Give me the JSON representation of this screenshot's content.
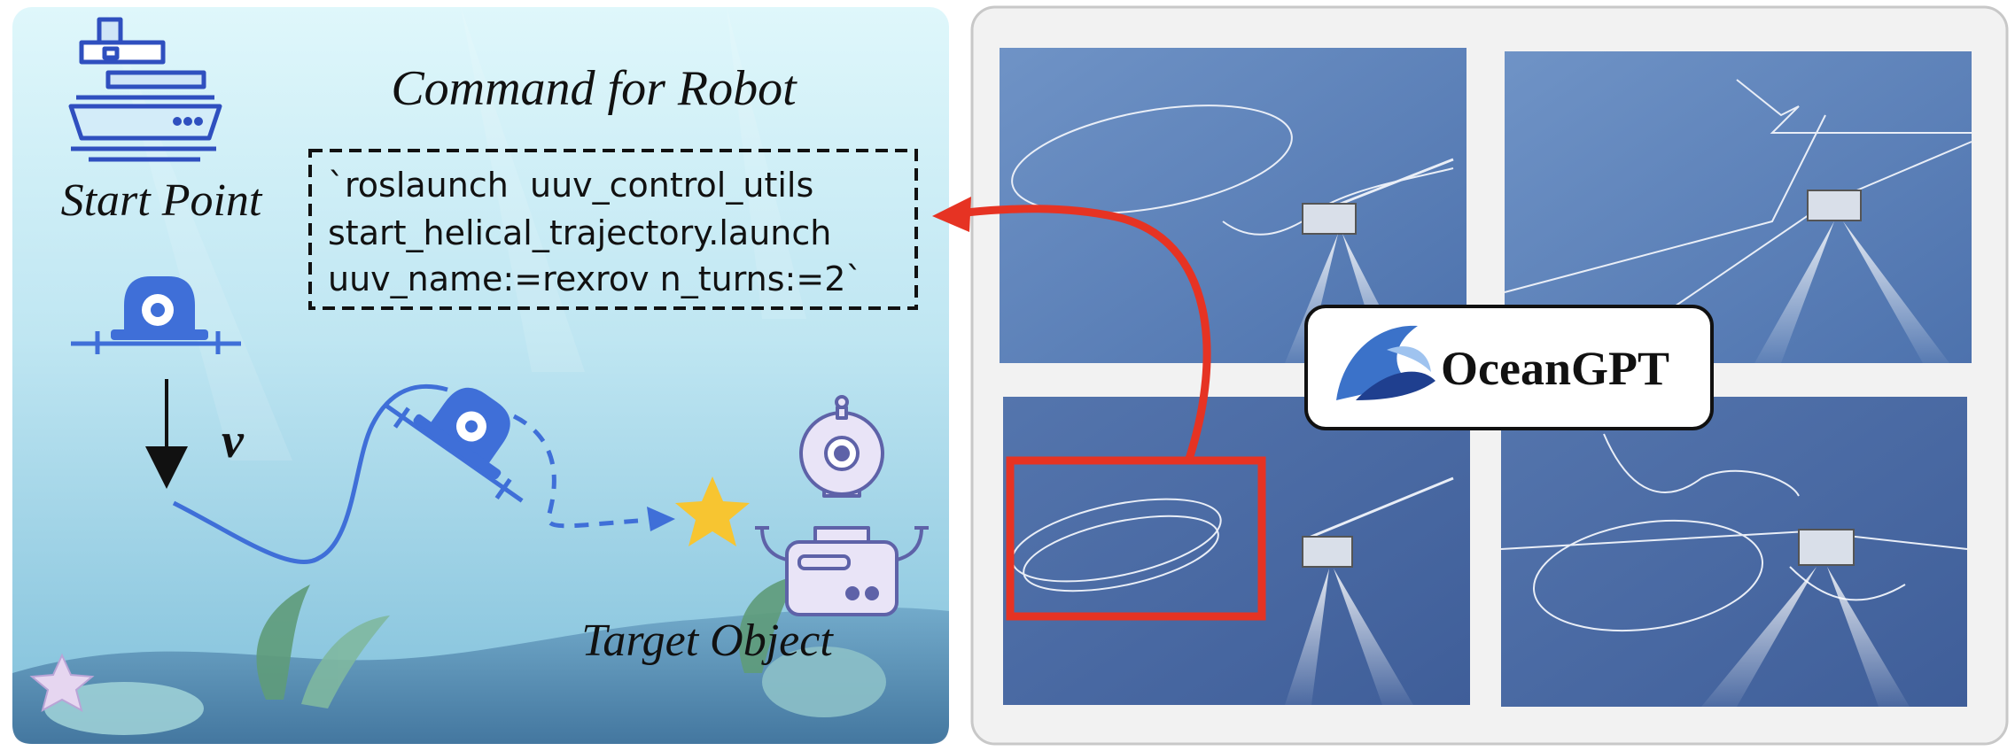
{
  "left_panel": {
    "start_label": "Start Point",
    "command_title": "Command for Robot",
    "command_lines": [
      "`roslaunch  uuv_control_utils",
      "start_helical_trajectory.launch",
      "uuv_name:=rexrov n_turns:=2`"
    ],
    "velocity_label": "v",
    "target_label": "Target Object",
    "colors": {
      "robot_blue": "#3f6fd8",
      "star_yellow": "#f7c531",
      "water_top": "#d9f4fa",
      "water_bottom": "#8cc7e0"
    }
  },
  "right_panel": {
    "logo_text": "OceanGPT",
    "logo_icon": "wave-icon",
    "colors": {
      "highlight_red": "#e63323",
      "scene_blue": "#5b7db4",
      "frame_gray": "#f2f2f2"
    }
  }
}
